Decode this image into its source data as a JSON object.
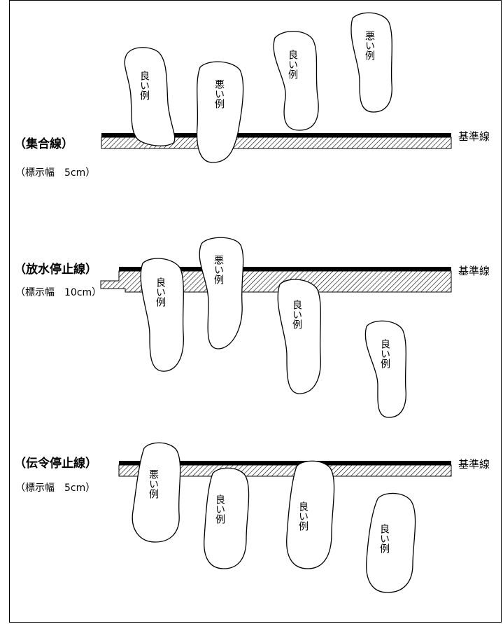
{
  "sections": [
    {
      "line_name": "（集合線）",
      "width_label": "（標示幅　5cm）",
      "reference_label": "基準線",
      "footprints": [
        {
          "text": "良い例"
        },
        {
          "text": "悪い例"
        },
        {
          "text": "良い例"
        },
        {
          "text": "悪い例"
        }
      ]
    },
    {
      "line_name": "（放水停止線）",
      "width_label": "（標示幅　10cm）",
      "reference_label": "基準線",
      "footprints": [
        {
          "text": "悪い例"
        },
        {
          "text": "良い例"
        },
        {
          "text": "良い例"
        },
        {
          "text": "良い例"
        }
      ]
    },
    {
      "line_name": "（伝令停止線）",
      "width_label": "（標示幅　5cm）",
      "reference_label": "基準線",
      "footprints": [
        {
          "text": "悪い例"
        },
        {
          "text": "良い例"
        },
        {
          "text": "良い例"
        },
        {
          "text": "良い例"
        }
      ]
    }
  ],
  "colors": {
    "line": "#000000",
    "background": "#ffffff"
  }
}
